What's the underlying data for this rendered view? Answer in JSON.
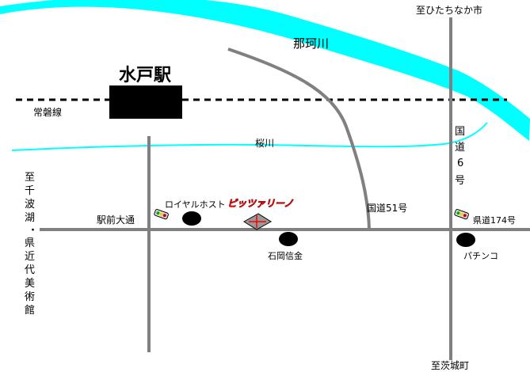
{
  "map": {
    "river_main": "那珂川",
    "river_small": "桜川",
    "station": "水戸駅",
    "rail_line": "常磐線",
    "to_hitachinaka": "至ひたちなか市",
    "to_ibarakimachi": "至茨城町",
    "to_museum_vertical": [
      "至",
      "千",
      "波",
      "湖",
      "・",
      "県",
      "近",
      "代",
      "美",
      "術",
      "館"
    ],
    "route6_vertical": [
      "国",
      "道",
      "6",
      "号"
    ],
    "route51": "国道51号",
    "prefroad174": "県道174号",
    "ekimae_street": "駅前大通",
    "royal_host": "ロイヤルホスト",
    "shop_name": "ピッツァリーノ",
    "ishioka_shinkin": "石岡信金",
    "pachinko": "パチンコ"
  },
  "colors": {
    "river": "#00ffff",
    "road": "#808080",
    "rail": "#000000",
    "shop": "#ff0000"
  }
}
